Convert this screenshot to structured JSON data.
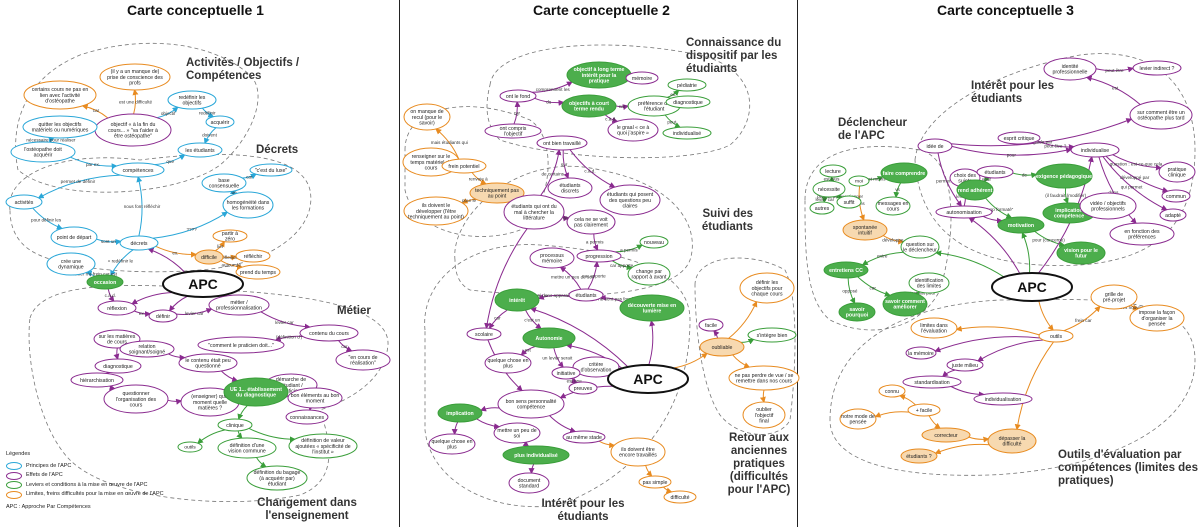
{
  "titles": [
    "Carte conceptuelle 1",
    "Carte conceptuelle 2",
    "Carte conceptuelle 3"
  ],
  "regions": {
    "c1": [
      "Activités / Objectifs / Compétences",
      "Décrets",
      "Métier",
      "Changement dans l'enseignement"
    ],
    "c2": [
      "Connaissance du dispositif par les étudiants",
      "Suivi des étudiants",
      "Retour aux anciennes pratiques (difficultés pour l'APC)",
      "Intérêt pour les étudiants"
    ],
    "c3": [
      "Déclencheur de l'APC",
      "Intérêt pour les étudiants",
      "Outils d'évaluation par compétences (limites des pratiques)"
    ]
  },
  "colors": {
    "blue": "#2aa7d8",
    "purple": "#8a2b8f",
    "green": "#3a9e3a",
    "orange": "#e88b20",
    "green_fill": "#4cae4c"
  },
  "legend": {
    "title": "Légendes",
    "items": [
      {
        "label": "Principes de l'APC",
        "color": "#2aa7d8"
      },
      {
        "label": "Effets de l'APC",
        "color": "#8a2b8f"
      },
      {
        "label": "Leviers et conditions à la mise en œuvre de l'APC",
        "color": "#3a9e3a"
      },
      {
        "label": "Limites, freins difficultés pour la mise en œuvre de l'APC",
        "color": "#e88b20"
      }
    ],
    "abbr": "APC :    Approche Par Compétences"
  },
  "nodes": {
    "c1": [
      {
        "id": "a1",
        "t": "(il y a un manque de) prise de conscience des profs",
        "c": "orange"
      },
      {
        "id": "a2",
        "t": "certains cours ne pas en lien avec l'activité d'ostéopathe",
        "c": "orange"
      },
      {
        "id": "a3",
        "t": "objectif « à la fin du cours... » \"va t'aider à être ostéopathe\"",
        "c": "purple"
      },
      {
        "id": "a4",
        "t": "redéfinir les objectifs",
        "c": "blue"
      },
      {
        "id": "a5",
        "t": "quitter les objectifs matériels ou numériques",
        "c": "blue"
      },
      {
        "id": "a6",
        "t": "acquérir",
        "c": "blue"
      },
      {
        "id": "a7",
        "t": "l'ostéopathe doit acquérir",
        "c": "blue"
      },
      {
        "id": "a8",
        "t": "compétences",
        "c": "blue"
      },
      {
        "id": "a9",
        "t": "les étudiants",
        "c": "blue"
      },
      {
        "id": "a10",
        "t": "activités",
        "c": "blue"
      },
      {
        "id": "a11",
        "t": "\"c'est du luxe\"",
        "c": "blue"
      },
      {
        "id": "a12",
        "t": "base consensuelle",
        "c": "blue"
      },
      {
        "id": "a13",
        "t": "homogénéité dans les formations",
        "c": "blue"
      },
      {
        "id": "a14",
        "t": "point de départ",
        "c": "blue"
      },
      {
        "id": "a15",
        "t": "décrets",
        "c": "blue"
      },
      {
        "id": "a16",
        "t": "crée une dynamique",
        "c": "blue"
      },
      {
        "id": "a17",
        "t": "occasion",
        "c": "greenfill"
      },
      {
        "id": "a18",
        "t": "partir à zéro",
        "c": "orange"
      },
      {
        "id": "a19",
        "t": "difficile",
        "c": "orangefill"
      },
      {
        "id": "a20",
        "t": "réfléchir",
        "c": "orange"
      },
      {
        "id": "a21",
        "t": "prend du temps",
        "c": "orange"
      },
      {
        "id": "a22",
        "t": "réflexion",
        "c": "purple"
      },
      {
        "id": "a23",
        "t": "définir",
        "c": "purple"
      },
      {
        "id": "a24",
        "t": "métier / professionnalisation",
        "c": "purple"
      },
      {
        "id": "a25",
        "t": "contenu du cours",
        "c": "purple"
      },
      {
        "id": "a26",
        "t": "sur les matières de cours",
        "c": "purple"
      },
      {
        "id": "a27",
        "t": "relation soignant/soigné",
        "c": "purple"
      },
      {
        "id": "a28",
        "t": "\"comment le praticien doit...\"",
        "c": "purple"
      },
      {
        "id": "a29",
        "t": "\"en cours de réalisation\"",
        "c": "purple"
      },
      {
        "id": "a30",
        "t": "diagnostique",
        "c": "purple"
      },
      {
        "id": "a31",
        "t": "le contenu était peu questionné",
        "c": "purple"
      },
      {
        "id": "a32",
        "t": "hiérarchisation",
        "c": "purple"
      },
      {
        "id": "a33",
        "t": "démarche de l'étudiant / praticien",
        "c": "purple"
      },
      {
        "id": "a34",
        "t": "questionner l'organisation des cours",
        "c": "purple"
      },
      {
        "id": "a35",
        "t": "(enseigner) quel moment quelle matières ?",
        "c": "purple"
      },
      {
        "id": "a36",
        "t": "UE 1... établissement du diagnostique",
        "c": "greenfill"
      },
      {
        "id": "a37",
        "t": "bon éléments au bon moment",
        "c": "purple"
      },
      {
        "id": "a38",
        "t": "connaissances",
        "c": "purple"
      },
      {
        "id": "a39",
        "t": "clinique",
        "c": "green"
      },
      {
        "id": "a40",
        "t": "outils",
        "c": "green"
      },
      {
        "id": "a41",
        "t": "définition d'une vision commune",
        "c": "green"
      },
      {
        "id": "a42",
        "t": "définition de valeur ajoutées « spécificité de l'institut »",
        "c": "green"
      },
      {
        "id": "a43",
        "t": "définition du bagage (à acquérir par) étudiant",
        "c": "green"
      }
    ],
    "c2": [
      {
        "id": "b1",
        "t": "objectif à long terme intérêt pour la pratique",
        "c": "greenfill"
      },
      {
        "id": "b2",
        "t": "mémoire",
        "c": "purple"
      },
      {
        "id": "b3",
        "t": "ont le fond",
        "c": "purple"
      },
      {
        "id": "b4",
        "t": "objectifs à court terme rendu",
        "c": "greenfill"
      },
      {
        "id": "b5",
        "t": "pédiatrie",
        "c": "green"
      },
      {
        "id": "b6",
        "t": "préférence de l'étudiant",
        "c": "green"
      },
      {
        "id": "b7",
        "t": "diagnostique",
        "c": "green"
      },
      {
        "id": "b8",
        "t": "le graal « ce à quoi j'aspire »",
        "c": "purple"
      },
      {
        "id": "b9",
        "t": "individualisé",
        "c": "green"
      },
      {
        "id": "b10",
        "t": "ont compris l'objectif",
        "c": "purple"
      },
      {
        "id": "b11",
        "t": "on manque de recul (pour le savoir)",
        "c": "orange"
      },
      {
        "id": "b12",
        "t": "renseigner sur le temps matériel de cours",
        "c": "orange"
      },
      {
        "id": "b13",
        "t": "frein potentiel",
        "c": "orange"
      },
      {
        "id": "b14",
        "t": "techniquement pas au point",
        "c": "orangefill"
      },
      {
        "id": "b15",
        "t": "ils doivent le développer (l'être techniquement au point)",
        "c": "orange"
      },
      {
        "id": "b16",
        "t": "ont bien travaillé",
        "c": "purple"
      },
      {
        "id": "b17",
        "t": "étudiants discrets",
        "c": "purple"
      },
      {
        "id": "b18",
        "t": "étudiants qui posent des questions peu claires",
        "c": "purple"
      },
      {
        "id": "b19",
        "t": "étudiants qui ont du mal à chercher la littérature",
        "c": "purple"
      },
      {
        "id": "b20",
        "t": "cela ne se voit pas clairement",
        "c": "purple"
      },
      {
        "id": "b21",
        "t": "nouveau",
        "c": "green"
      },
      {
        "id": "b22",
        "t": "processus mémoire",
        "c": "purple"
      },
      {
        "id": "b23",
        "t": "progression",
        "c": "purple"
      },
      {
        "id": "b24",
        "t": "change par rapport à avant",
        "c": "green"
      },
      {
        "id": "b25",
        "t": "intérêt",
        "c": "greenfill"
      },
      {
        "id": "b26",
        "t": "étudiants",
        "c": "purple"
      },
      {
        "id": "b27",
        "t": "découverte mise en lumière",
        "c": "greenfill"
      },
      {
        "id": "b28",
        "t": "scolaire",
        "c": "purple"
      },
      {
        "id": "b29",
        "t": "Autonomie",
        "c": "greenfill"
      },
      {
        "id": "b30",
        "t": "quelque chose en plus",
        "c": "purple"
      },
      {
        "id": "b31",
        "t": "critère d'observation",
        "c": "purple"
      },
      {
        "id": "b32",
        "t": "initiative",
        "c": "purple"
      },
      {
        "id": "b33",
        "t": "preuves",
        "c": "purple"
      },
      {
        "id": "b34",
        "t": "bon sens personnalité compétence",
        "c": "purple"
      },
      {
        "id": "b35",
        "t": "implication",
        "c": "greenfill"
      },
      {
        "id": "b36",
        "t": "quelque chose en plus",
        "c": "purple"
      },
      {
        "id": "b37",
        "t": "mettre un peu de soi",
        "c": "purple"
      },
      {
        "id": "b38",
        "t": "au même stade",
        "c": "purple"
      },
      {
        "id": "b39",
        "t": "plus individualisé",
        "c": "greenfill"
      },
      {
        "id": "b40",
        "t": "document standard",
        "c": "purple"
      },
      {
        "id": "b41",
        "t": "ils doivent être encore travaillés",
        "c": "orange"
      },
      {
        "id": "b42",
        "t": "pas simple",
        "c": "orange"
      },
      {
        "id": "b43",
        "t": "difficulté",
        "c": "orange"
      },
      {
        "id": "b44",
        "t": "facile",
        "c": "purple"
      },
      {
        "id": "b45",
        "t": "définir les objectifs pour chaque cours",
        "c": "orange"
      },
      {
        "id": "b46",
        "t": "s'intègre bien",
        "c": "green"
      },
      {
        "id": "b47",
        "t": "oubliable",
        "c": "orangefill"
      },
      {
        "id": "b48",
        "t": "ne pas perdre de vue / se remettre dans nos cours",
        "c": "orange"
      },
      {
        "id": "b49",
        "t": "oublier l'objectif final",
        "c": "orange"
      }
    ],
    "c3": [
      {
        "id": "d1",
        "t": "identité professionnelle",
        "c": "purple"
      },
      {
        "id": "d2",
        "t": "levier indirect ?",
        "c": "purple"
      },
      {
        "id": "d3",
        "t": "sur comment être un ostéopathe plus tard",
        "c": "purple"
      },
      {
        "id": "d4",
        "t": "idée de",
        "c": "purple"
      },
      {
        "id": "d5",
        "t": "esprit critique",
        "c": "purple"
      },
      {
        "id": "d6",
        "t": "individualise",
        "c": "purple"
      },
      {
        "id": "d7",
        "t": "pratique clinique",
        "c": "purple"
      },
      {
        "id": "d8",
        "t": "commun",
        "c": "purple"
      },
      {
        "id": "d9",
        "t": "adapté",
        "c": "purple"
      },
      {
        "id": "d10",
        "t": "en fonction des préférences",
        "c": "purple"
      },
      {
        "id": "d11",
        "t": "lecture",
        "c": "green"
      },
      {
        "id": "d12",
        "t": "nécessite",
        "c": "green"
      },
      {
        "id": "d13",
        "t": "moi",
        "c": "green"
      },
      {
        "id": "d14",
        "t": "faire comprendre",
        "c": "greenfill"
      },
      {
        "id": "d15",
        "t": "autres",
        "c": "green"
      },
      {
        "id": "d16",
        "t": "suffit",
        "c": "green"
      },
      {
        "id": "d17",
        "t": "messages en cours",
        "c": "green"
      },
      {
        "id": "d18",
        "t": "spontanée intuitif",
        "c": "orangefill"
      },
      {
        "id": "d19",
        "t": "choix des sujets",
        "c": "purple"
      },
      {
        "id": "d20",
        "t": "étudiants",
        "c": "purple"
      },
      {
        "id": "d21",
        "t": "rend adhérent",
        "c": "greenfill"
      },
      {
        "id": "d22",
        "t": "exigence pédagogique",
        "c": "greenfill"
      },
      {
        "id": "d23",
        "t": "autonomisation",
        "c": "purple"
      },
      {
        "id": "d24",
        "t": "motivation",
        "c": "greenfill"
      },
      {
        "id": "d25",
        "t": "implication compétence",
        "c": "greenfill"
      },
      {
        "id": "d26",
        "t": "vidéo / objectifs professionnels",
        "c": "purple"
      },
      {
        "id": "d27",
        "t": "vision pour le futur",
        "c": "greenfill"
      },
      {
        "id": "d28",
        "t": "question sur le déclencheur",
        "c": "green"
      },
      {
        "id": "d29",
        "t": "entretiens CC",
        "c": "greenfill"
      },
      {
        "id": "d30",
        "t": "savoir pourquoi",
        "c": "greenfill"
      },
      {
        "id": "d31",
        "t": "savoir comment améliorer",
        "c": "greenfill"
      },
      {
        "id": "d32",
        "t": "identification des limites",
        "c": "green"
      },
      {
        "id": "d33",
        "t": "grille de pré-projet",
        "c": "orange"
      },
      {
        "id": "d34",
        "t": "impose la façon d'organiser la pensée",
        "c": "orange"
      },
      {
        "id": "d35",
        "t": "limites dans l'évaluation",
        "c": "orange"
      },
      {
        "id": "d36",
        "t": "outils",
        "c": "orange"
      },
      {
        "id": "d37",
        "t": "la mémoire",
        "c": "purple"
      },
      {
        "id": "d38",
        "t": "juste milieu",
        "c": "purple"
      },
      {
        "id": "d39",
        "t": "standardisation",
        "c": "purple"
      },
      {
        "id": "d40",
        "t": "individualisation",
        "c": "purple"
      },
      {
        "id": "d41",
        "t": "connu",
        "c": "orange"
      },
      {
        "id": "d42",
        "t": "+ facile",
        "c": "orange"
      },
      {
        "id": "d43",
        "t": "notre mode de pensée",
        "c": "orange"
      },
      {
        "id": "d44",
        "t": "correcteur",
        "c": "orangefill"
      },
      {
        "id": "d45",
        "t": "dépasser la difficulté",
        "c": "orangefill"
      },
      {
        "id": "d46",
        "t": "étudiants ?",
        "c": "orangefill"
      }
    ]
  },
  "center_label": "APC",
  "link_labels": {
    "c1": [
      "est une difficulté",
      "car",
      "objectif",
      "redéfinir",
      "doivent",
      "que les",
      "nécessaire pour réaliser",
      "par ex.",
      "que",
      "permet de définir",
      "pour définir les",
      "sont un",
      "nous font réfléchir",
      "car",
      "de",
      "????",
      "ex.",
      "lier",
      "réflexion",
      "autour de",
      "« redéfinir le",
      "« le levier n'a frein car est",
      "c.à.d.",
      "ex.",
      "levier car",
      "levier car",
      "(définition d')",
      "car"
    ],
    "c2": [
      "comprennent les",
      "du",
      "ont le fond",
      "car",
      "ex.",
      "correspond à un travail",
      "c.à.d.",
      "peut",
      "car",
      "mais étudiants qui",
      "c.à.d. même si",
      "renvoie à",
      "pour le",
      "sur",
      "c.à.d.",
      "de certains",
      "que dénote",
      "a permis",
      "a permis",
      "car apporte",
      "car apporte",
      "mettre un peu de soi",
      "ai donc apparaît",
      "certains ne sont pas forcément",
      "car",
      "c'est un",
      "est",
      "un levier serait",
      "difficultés car",
      "est une",
      "permet"
    ],
    "c3": [
      "peut être",
      "est",
      "guide par",
      "pour",
      "peut être ?",
      "question : est-ce-que cela",
      "développé par",
      "qui permet",
      "dans",
      "est moins",
      "est plus",
      "levier car",
      "permet de questionner",
      "vs",
      "dans",
      "développe",
      "permet de",
      "levier car",
      "pour",
      "de",
      "\"+ trop formaté\"",
      "(il faudrait (modifier)",
      "on doit trouver",
      "pour (concerne)",
      "entre",
      "opposé",
      "car",
      "car c'est fait pour",
      "frein car",
      "des nouveaux"
    ]
  }
}
